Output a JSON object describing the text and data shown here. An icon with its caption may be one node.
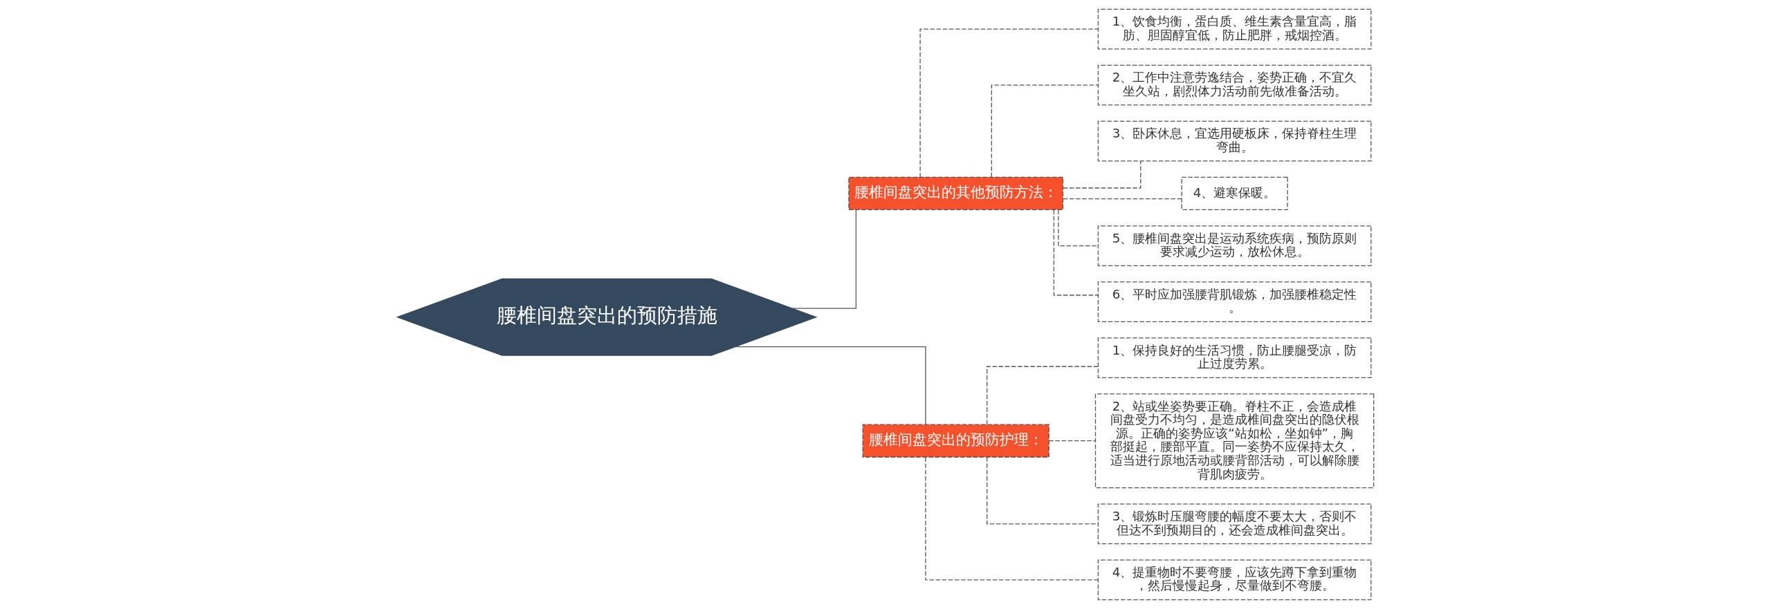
{
  "diagram": {
    "nodes": [
      {
        "text": [
          "腰椎间盘突出的预防措施"
        ]
      },
      {
        "text": [
          "腰椎间盘突出的其他预防方法："
        ]
      },
      {
        "text": [
          "1、饮食均衡，蛋白质、维生素含量宜高，脂肪、胆固醇宜低，防止肥胖，戒烟控酒。"
        ]
      },
      {
        "text": [
          "2、工作中注意劳逸结合，姿势正确，不宜久坐久站，剧烈体力活动前先做准备活动。"
        ]
      },
      {
        "text": [
          "3、卧床休息，宜选用硬板床，保持脊柱生理弯曲。"
        ]
      },
      {
        "text": [
          "4、避寒保暖。"
        ]
      },
      {
        "text": [
          "5、腰椎间盘突出是运动系统疾病，预防原则要求减少运动，放松休息。"
        ]
      },
      {
        "text": [
          "6、平时应加强腰背肌锻炼，加强腰椎稳定性。"
        ]
      },
      {
        "text": [
          "腰椎间盘突出的预防护理："
        ]
      },
      {
        "text": [
          "1、保持良好的生活习惯，防止腰腿受凉，防止过度劳累。"
        ]
      },
      {
        "text": [
          "2、站或坐姿势要正确。脊柱不正，会造成椎间盘受力不均匀，是造成椎间盘突出的隐伏根源。正确的姿势应该“站如松，坐如钟”，胸部挺起，腰部平直。同一姿势不应保持太久，适当进行原地活动或腰背部活动，可以解除腰背肌肉疲劳。"
        ]
      },
      {
        "text": [
          "3、锻炼时压腿弯腰的幅度不要太大，否则不但达不到预期目的，还会造成椎间盘突出。"
        ]
      },
      {
        "text": [
          "4、提重物时不要弯腰，应该先蹲下拿到重物，然后慢慢起身，尽量做到不弯腰。"
        ]
      }
    ],
    "edges": [
      {
        "from": 0,
        "to": 1,
        "arrow": "none"
      },
      {
        "from": 1,
        "to": 2,
        "arrow": "none",
        "style": "dashed"
      },
      {
        "from": 1,
        "to": 3,
        "arrow": "none",
        "style": "dashed"
      },
      {
        "from": 1,
        "to": 4,
        "arrow": "none",
        "style": "dashed"
      },
      {
        "from": 1,
        "to": 5,
        "arrow": "none",
        "style": "dashed"
      },
      {
        "from": 1,
        "to": 6,
        "arrow": "none",
        "style": "dashed"
      },
      {
        "from": 1,
        "to": 7,
        "arrow": "none",
        "style": "dashed"
      },
      {
        "from": 0,
        "to": 8,
        "arrow": "none"
      },
      {
        "from": 8,
        "to": 9,
        "arrow": "none",
        "style": "dashed"
      },
      {
        "from": 8,
        "to": 10,
        "arrow": "none",
        "style": "dashed"
      },
      {
        "from": 8,
        "to": 11,
        "arrow": "none",
        "style": "dashed"
      },
      {
        "from": 8,
        "to": 12,
        "arrow": "none",
        "style": "dashed"
      }
    ]
  }
}
